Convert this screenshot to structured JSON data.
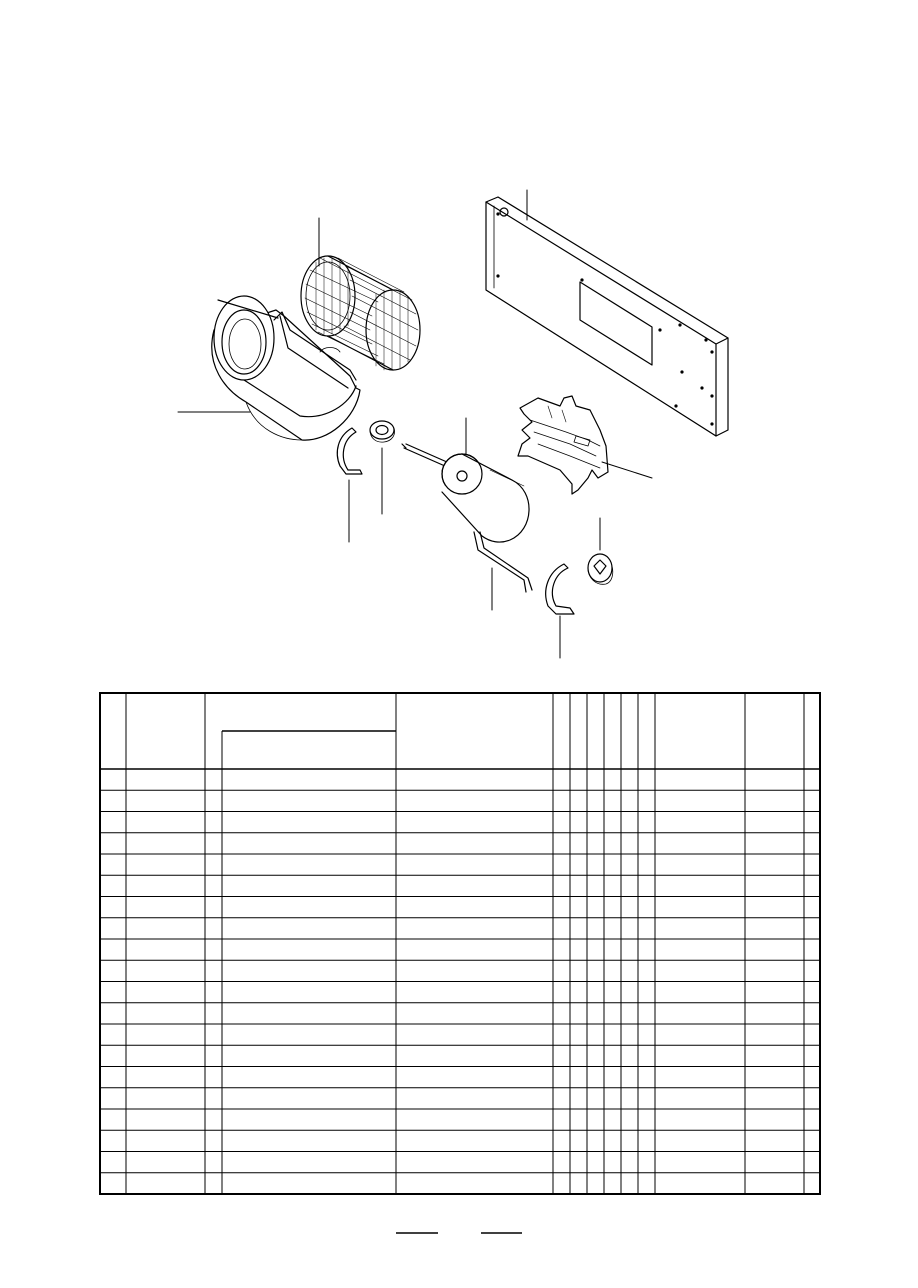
{
  "drawing": {
    "parts": [
      {
        "id": "side-panel",
        "name": "side-panel"
      },
      {
        "id": "blower-wheel",
        "name": "blower-wheel"
      },
      {
        "id": "blower-housing",
        "name": "blower-housing"
      },
      {
        "id": "motor",
        "name": "motor"
      },
      {
        "id": "motor-bracket",
        "name": "motor-bracket"
      },
      {
        "id": "motor-clamp-left",
        "name": "motor-clamp-left"
      },
      {
        "id": "rubber-mount-left",
        "name": "rubber-mount-left"
      },
      {
        "id": "motor-clamp-right",
        "name": "motor-clamp-right"
      },
      {
        "id": "rubber-mount-right",
        "name": "rubber-mount-right"
      },
      {
        "id": "motor-lead",
        "name": "motor-lead"
      }
    ]
  },
  "table": {
    "header_cells": [],
    "row_count": 20,
    "rows": []
  },
  "footer": {
    "left_blank": "",
    "right_blank": ""
  },
  "colors": {
    "ink": "#000000",
    "paper": "#ffffff"
  }
}
